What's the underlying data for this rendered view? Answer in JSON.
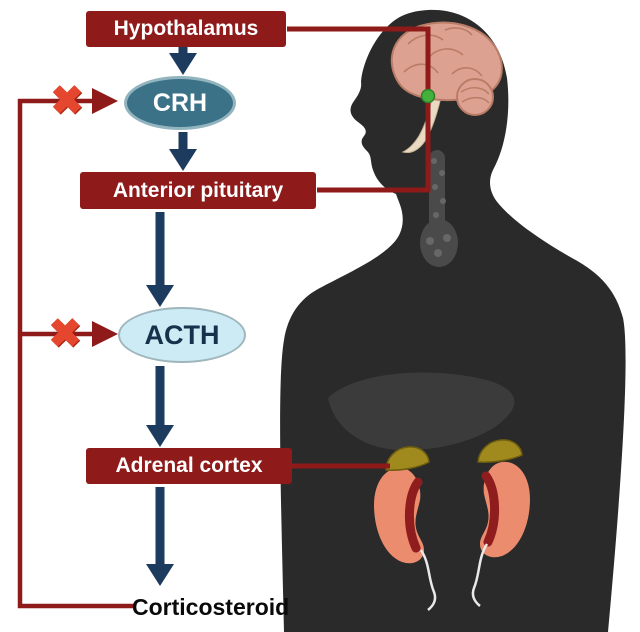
{
  "diagram": {
    "nodes": {
      "hypothalamus": {
        "label": "Hypothalamus",
        "kind": "organ-box"
      },
      "crh": {
        "label": "CRH",
        "kind": "hormone-ellipse"
      },
      "anterior_pituitary": {
        "label": "Anterior pituitary",
        "kind": "organ-box"
      },
      "acth": {
        "label": "ACTH",
        "kind": "hormone-ellipse"
      },
      "adrenal_cortex": {
        "label": "Adrenal cortex",
        "kind": "organ-box"
      },
      "corticosteroid": {
        "label": "Corticosteroid",
        "kind": "text-label"
      }
    },
    "edges": [
      {
        "from": "Hypothalamus",
        "to": "CRH",
        "type": "stimulates"
      },
      {
        "from": "CRH",
        "to": "Anterior pituitary",
        "type": "stimulates"
      },
      {
        "from": "Anterior pituitary",
        "to": "ACTH",
        "type": "stimulates"
      },
      {
        "from": "ACTH",
        "to": "Adrenal cortex",
        "type": "stimulates"
      },
      {
        "from": "Adrenal cortex",
        "to": "Corticosteroid",
        "type": "produces"
      },
      {
        "from": "Corticosteroid",
        "to": "CRH",
        "type": "inhibits-feedback"
      },
      {
        "from": "Corticosteroid",
        "to": "ACTH",
        "type": "inhibits-feedback"
      },
      {
        "from": "Hypothalamus",
        "to": "brain (pituitary region)",
        "type": "anatomical-link"
      },
      {
        "from": "Anterior pituitary",
        "to": "brain (pituitary region)",
        "type": "anatomical-link"
      },
      {
        "from": "Adrenal cortex",
        "to": "adrenal gland on kidney",
        "type": "anatomical-link"
      }
    ],
    "icons": {
      "inhibition_x": "✖"
    },
    "anatomy_shown": [
      "human-body-silhouette",
      "brain",
      "cerebellum",
      "brainstem",
      "pituitary-gland-green",
      "trachea",
      "thyroid",
      "liver",
      "kidney-left",
      "kidney-right",
      "adrenal-gland-left",
      "adrenal-gland-right",
      "ureters"
    ],
    "colors": {
      "box_red": "#8E1A1A",
      "arrow_navy": "#1D3B5E",
      "crh_teal": "#3B7287",
      "acth_light_blue": "#CCEBF5",
      "inhibition_x_red": "#E5472E",
      "pituitary_green": "#44B13C",
      "body_silhouette": "#2A2A2A",
      "kidney_salmon": "#EC8C6E",
      "kidney_inner_red": "#8F1D1D",
      "adrenal_gold": "#A08A1E",
      "brain_pink": "#DCA191"
    }
  }
}
